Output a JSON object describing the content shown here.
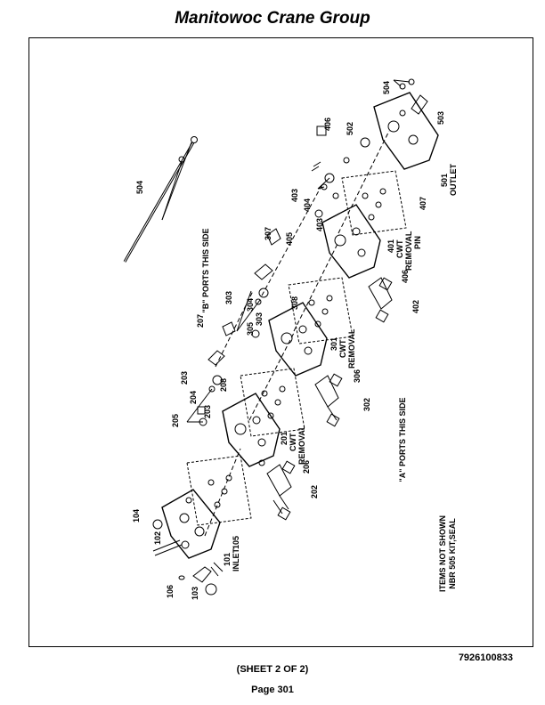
{
  "header": {
    "title": "Manitowoc Crane Group"
  },
  "footer": {
    "part_number": "7926100833",
    "sheet": "(SHEET 2 OF 2)",
    "page": "Page 301"
  },
  "diagram": {
    "labels": {
      "b_ports": "\"B\" PORTS THIS SIDE",
      "a_ports": "\"A\" PORTS THIS SIDE",
      "not_shown_1": "ITEMS NOT SHOWN",
      "not_shown_2": "NBR  505  KIT,SEAL",
      "inlet": "INLET",
      "outlet": "OUTLET",
      "cwt": "CWT",
      "removal": "REMOVAL",
      "pin": "PIN"
    },
    "callouts": {
      "c101": "101",
      "c102": "102",
      "c103": "103",
      "c104": "104",
      "c105": "105",
      "c106": "106",
      "c201": "201",
      "c202": "202",
      "c203a": "203",
      "c203b": "203",
      "c204": "204",
      "c205": "205",
      "c206": "206",
      "c207": "207",
      "c208": "208",
      "c301": "301",
      "c302": "302",
      "c303a": "303",
      "c303b": "303",
      "c304": "304",
      "c305": "305",
      "c306": "306",
      "c307": "307",
      "c308": "308",
      "c401": "401",
      "c402": "402",
      "c403a": "403",
      "c403b": "403",
      "c404": "404",
      "c405": "405",
      "c406a": "406",
      "c406b": "406",
      "c407": "407",
      "c501": "501",
      "c502": "502",
      "c503": "503",
      "c504a": "504",
      "c504b": "504"
    }
  }
}
